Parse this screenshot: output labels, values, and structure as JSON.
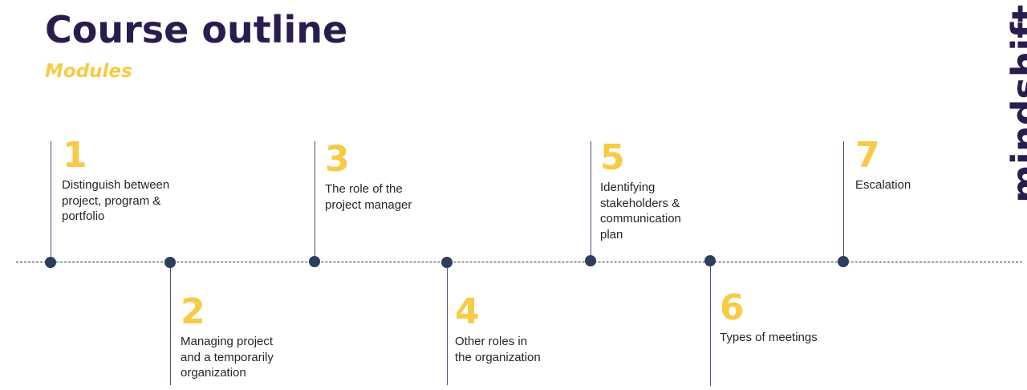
{
  "header": {
    "title": "Course outline",
    "subtitle": "Modules"
  },
  "brand": {
    "logo_text": "mindshift"
  },
  "colors": {
    "title": "#2a1d4e",
    "accent": "#f7cb45",
    "dot": "#2c3e5c",
    "text": "#262626"
  },
  "modules": [
    {
      "number": "1",
      "label": "Distinguish between\nproject, program &\nportfolio"
    },
    {
      "number": "2",
      "label": "Managing project\nand a temporarily\norganization"
    },
    {
      "number": "3",
      "label": "The role of the\nproject manager"
    },
    {
      "number": "4",
      "label": "Other roles in\nthe organization"
    },
    {
      "number": "5",
      "label": "Identifying\nstakeholders &\ncommunication\nplan"
    },
    {
      "number": "6",
      "label": "Types of meetings"
    },
    {
      "number": "7",
      "label": "Escalation"
    }
  ]
}
